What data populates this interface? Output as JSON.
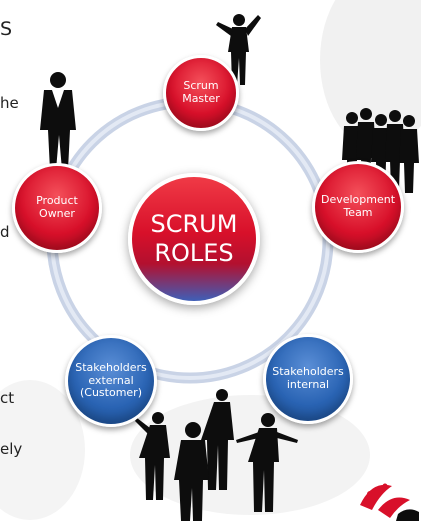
{
  "left_edge_fragments": [
    "S",
    "he",
    "d",
    "ct",
    "ely"
  ],
  "center": {
    "line1": "SCRUM",
    "line2": "ROLES"
  },
  "roles": [
    {
      "id": "scrum-master",
      "label": "Scrum\nMaster",
      "color": "red"
    },
    {
      "id": "product-owner",
      "label": "Product\nOwner",
      "color": "red"
    },
    {
      "id": "development-team",
      "label": "Development\nTeam",
      "color": "red"
    },
    {
      "id": "stakeholders-external",
      "label": "Stakeholders\nexternal\n(Customer)",
      "color": "blue"
    },
    {
      "id": "stakeholders-internal",
      "label": "Stakeholders\ninternal",
      "color": "blue"
    }
  ],
  "colors": {
    "ring": "#c9d3e6",
    "red": "#d8102a",
    "blue": "#2a64b4",
    "silhouette": "#0d0d0d",
    "logo_red": "#d8102a"
  }
}
